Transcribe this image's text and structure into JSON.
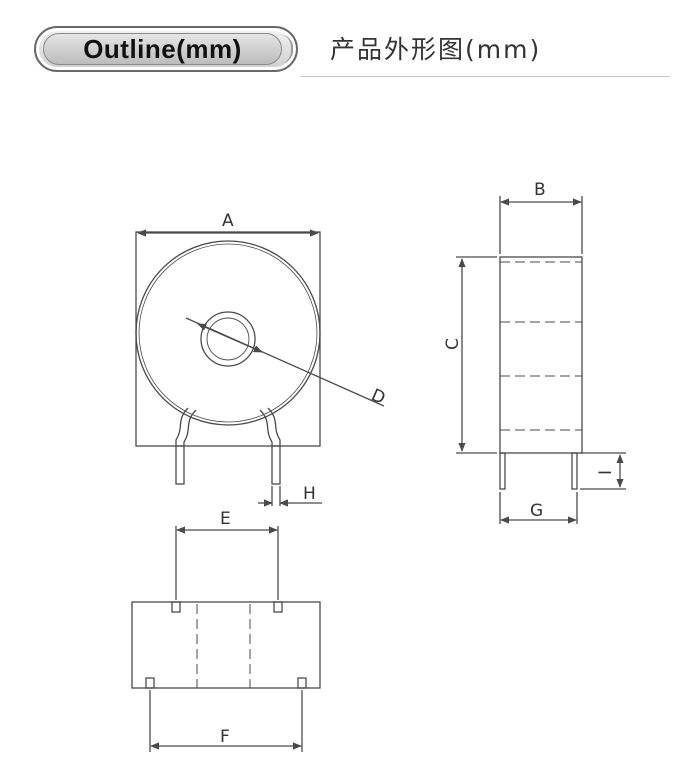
{
  "header": {
    "badge_label": "Outline(mm)",
    "title_cn": "产品外形图(mm)"
  },
  "dimensions": {
    "A": "A",
    "B": "B",
    "C": "C",
    "D": "D",
    "E": "E",
    "F": "F",
    "G": "G",
    "H": "H",
    "I": "I"
  },
  "colors": {
    "line": "#4a4a4a",
    "text": "#333333"
  }
}
